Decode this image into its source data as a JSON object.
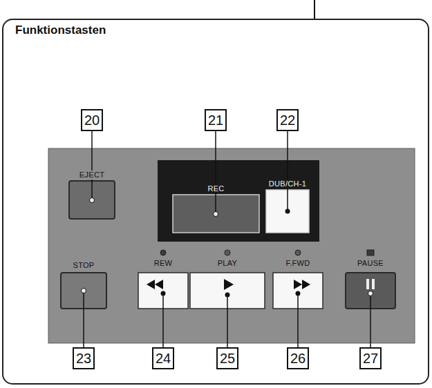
{
  "diagram": {
    "title": "Funktionstasten",
    "nodes": [
      {
        "text": [
          "EJECT"
        ]
      },
      {
        "text": [
          "REC"
        ]
      },
      {
        "text": [
          "DUB/CH-1"
        ]
      },
      {
        "text": [
          "STOP"
        ]
      },
      {
        "text": [
          "REW"
        ]
      },
      {
        "text": [
          "PLAY"
        ]
      },
      {
        "text": [
          "F.FWD"
        ]
      },
      {
        "text": [
          "PAUSE"
        ]
      }
    ],
    "labels": [
      "20",
      "21",
      "22",
      "23",
      "24",
      "25",
      "26",
      "27"
    ]
  }
}
